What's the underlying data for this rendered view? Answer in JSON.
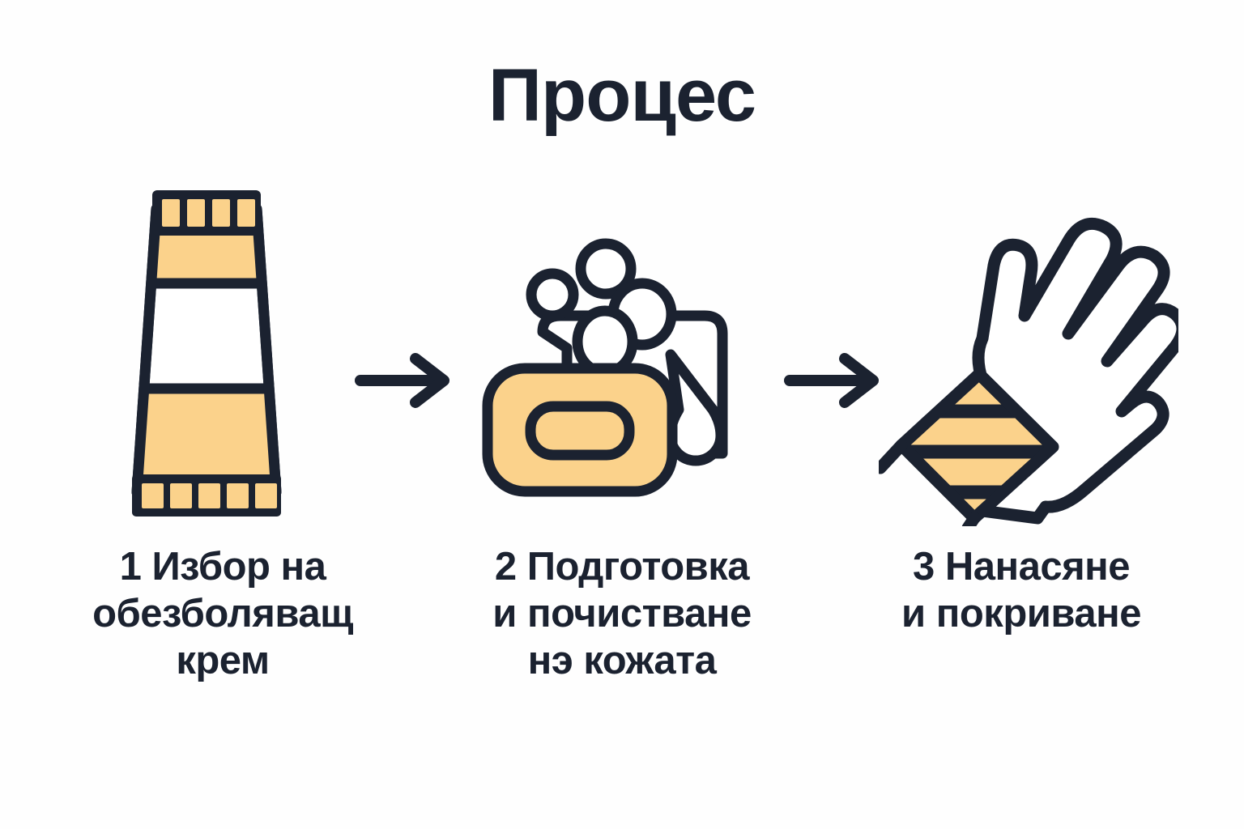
{
  "page": {
    "background_color": "#fefefe",
    "ink_color": "#1b2230",
    "accent_color": "#fbd28b"
  },
  "title": "Процес",
  "steps": [
    {
      "number": "1",
      "icon": "cream-tube-icon",
      "caption": "1 Избор на\nобезболяващ\nкрем"
    },
    {
      "number": "2",
      "icon": "soap-bar-with-bubbles-icon",
      "caption": "2 Подготовка\nи почистване\nнэ кожата"
    },
    {
      "number": "3",
      "icon": "bandaged-hand-icon",
      "caption": "3 Нанасяне\nи покриване"
    }
  ],
  "connectors": [
    {
      "icon": "arrow-right-icon"
    },
    {
      "icon": "arrow-right-icon"
    }
  ]
}
